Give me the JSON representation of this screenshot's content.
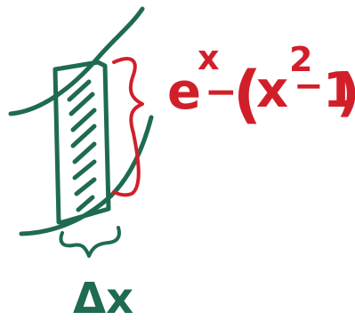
{
  "diagram": {
    "expression": {
      "base": "e",
      "exponent": "x",
      "minus": "−",
      "open_paren": "(",
      "inner_base": "x",
      "inner_exponent": "2",
      "inner_minus": "−",
      "one": "1",
      "close_paren": ")"
    },
    "width_label": "Δx"
  },
  "colors": {
    "ink_green": "#1f6b50",
    "ink_red": "#d11f2a",
    "background": "#ffffff"
  }
}
